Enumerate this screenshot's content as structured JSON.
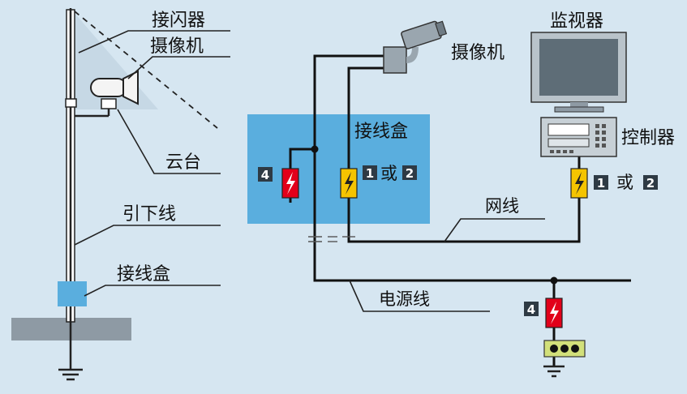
{
  "colors": {
    "background": "#d6e6f1",
    "junction_box": "#5aaede",
    "arrester_red": "#e2001a",
    "arrester_yellow": "#f5c400",
    "badge": "#2e3a44",
    "ground": "#8e9aa4"
  },
  "left": {
    "lightning_rod": "接闪器",
    "camera": "摄像机",
    "pan_tilt": "云台",
    "down_conductor": "引下线",
    "junction_box": "接线盒"
  },
  "right": {
    "camera": "摄像机",
    "monitor": "监视器",
    "controller": "控制器",
    "junction_box": "接线盒",
    "network_line": "网线",
    "power_line": "电源线",
    "badge_1": "1",
    "badge_2": "2",
    "badge_4": "4",
    "or_word": "或"
  },
  "icons": [
    "lightning-arrester-icon",
    "ground-symbol-icon",
    "camera-icon",
    "monitor-icon",
    "controller-icon"
  ]
}
